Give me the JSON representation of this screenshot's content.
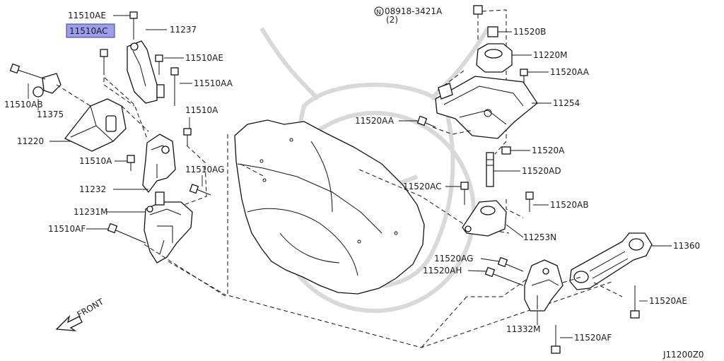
{
  "diagram_code": "J11200Z0",
  "front_label": "FRONT",
  "highlight_part": "11510AC",
  "note_qty": "(2)",
  "labels": {
    "p11510AE_top": "11510AE",
    "p11510AC": "11510AC",
    "p11237": "11237",
    "p11510AE_2": "11510AE",
    "p11510AA": "11510AA",
    "p11510AB": "11510AB",
    "p11375": "11375",
    "p11510A_1": "11510A",
    "p11220": "11220",
    "p11510A_2": "11510A",
    "p11510AG": "11510AG",
    "p11232": "11232",
    "p11231M": "11231M",
    "p11510AF": "11510AF",
    "p08918": "08918-3421A",
    "p11520B": "11520B",
    "p11220M": "11220M",
    "p11520AA_1": "11520AA",
    "p11254": "11254",
    "p11520AA_2": "11520AA",
    "p11520A": "11520A",
    "p11520AD": "11520AD",
    "p11520AC": "11520AC",
    "p11520AB": "11520AB",
    "p11253N": "11253N",
    "p11360": "11360",
    "p11520AG": "11520AG",
    "p11520AH": "11520AH",
    "p11520AE": "11520AE",
    "p11332M": "11332M",
    "p11520AF": "11520AF"
  }
}
